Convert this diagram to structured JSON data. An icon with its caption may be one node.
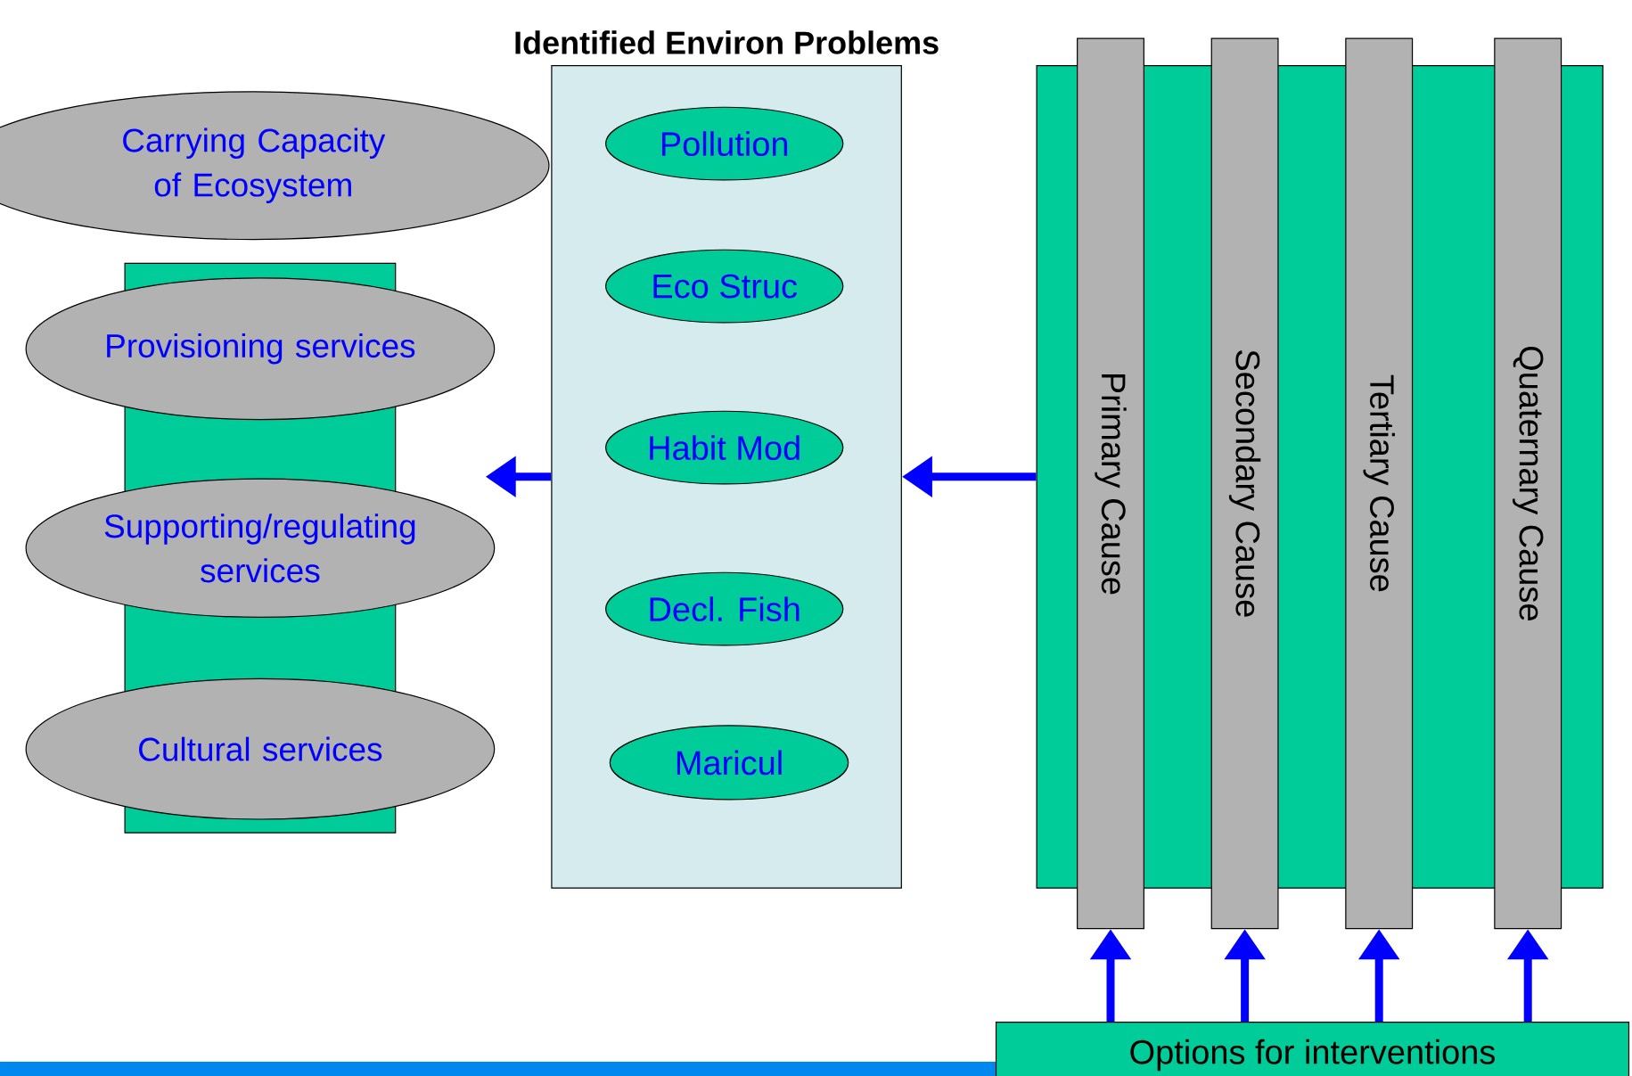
{
  "diagram": {
    "nodes": [
      {
        "text": [
          "Carrying Capacity of Ecosystem"
        ]
      },
      {
        "text": [],
        "shape": "box"
      },
      {
        "text": [
          "Provisioning services"
        ]
      },
      {
        "text": [
          "Supporting/regulating services"
        ]
      },
      {
        "text": [
          "Cultural services"
        ]
      },
      {
        "text": [
          "Identified Environ Problems"
        ]
      },
      {
        "text": [
          "Pollution"
        ],
        "in": 5
      },
      {
        "text": [
          "Eco Struc"
        ],
        "in": 5
      },
      {
        "text": [
          "Habit Mod"
        ],
        "in": 5
      },
      {
        "text": [
          "Decl. Fish"
        ],
        "in": 5
      },
      {
        "text": [
          "Maricul"
        ],
        "in": 5
      },
      {
        "text": [],
        "shape": "box"
      },
      {
        "text": [
          "Primary Cause"
        ]
      },
      {
        "text": [
          "Secondary Cause"
        ]
      },
      {
        "text": [
          "Tertiary Cause"
        ]
      },
      {
        "text": [
          "Quaternary Cause"
        ]
      },
      {
        "text": [
          "Options for interventions"
        ]
      }
    ],
    "edges": [
      {
        "from": 5,
        "to": null,
        "arrow": "to"
      },
      {
        "from": 11,
        "to": 5,
        "arrow": "to"
      },
      {
        "from": 16,
        "to": 12,
        "arrow": "to"
      },
      {
        "from": 16,
        "to": 13,
        "arrow": "to"
      },
      {
        "from": 16,
        "to": 14,
        "arrow": "to"
      },
      {
        "from": 16,
        "to": 15,
        "arrow": "to"
      }
    ]
  }
}
